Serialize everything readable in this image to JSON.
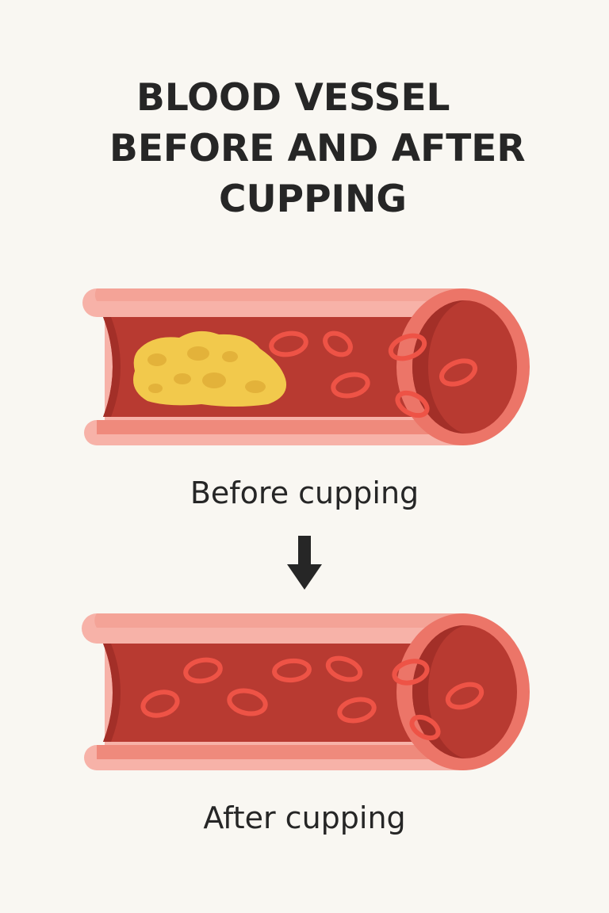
{
  "title": {
    "line1": "BLOOD VESSEL",
    "line2": "BEFORE AND AFTER",
    "line3": "CUPPING"
  },
  "captions": {
    "before": "Before cupping",
    "after": "After cupping"
  },
  "colors": {
    "background": "#f9f7f2",
    "vessel_wall_light": "#f7b2a8",
    "vessel_wall_mid": "#ef8a7c",
    "vessel_rim": "#ec7568",
    "lumen": "#b83a31",
    "lumen_dark": "#a32f28",
    "blood_cell": "#ee5346",
    "plaque": "#f2c94c",
    "plaque_spots": "#e3b23a",
    "text": "#262626"
  },
  "icons": {
    "arrow": "arrow-down-icon"
  }
}
